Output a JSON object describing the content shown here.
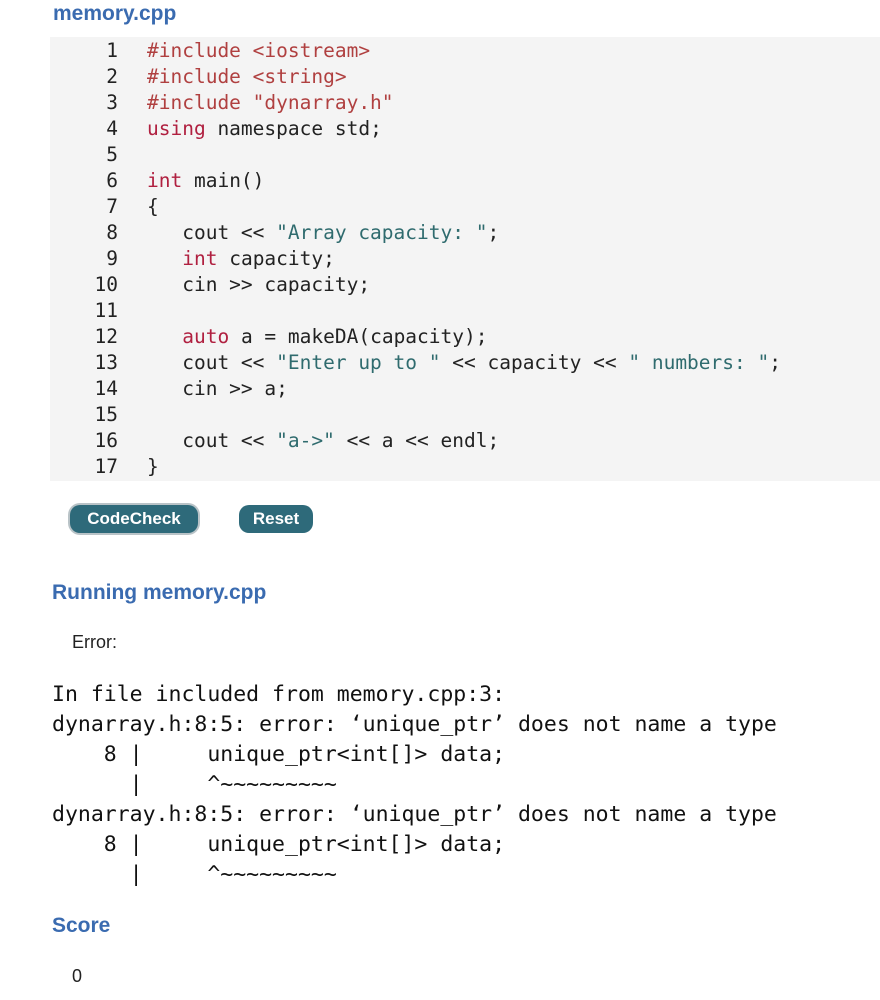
{
  "file_title": "memory.cpp",
  "code_lines": [
    {
      "n": "1",
      "parts": [
        [
          "inc",
          "#include <iostream>"
        ]
      ]
    },
    {
      "n": "2",
      "parts": [
        [
          "inc",
          "#include <string>"
        ]
      ]
    },
    {
      "n": "3",
      "parts": [
        [
          "inc",
          "#include \"dynarray.h\""
        ]
      ]
    },
    {
      "n": "4",
      "parts": [
        [
          "kw",
          "using"
        ],
        [
          "",
          " namespace std;"
        ]
      ]
    },
    {
      "n": "5",
      "parts": []
    },
    {
      "n": "6",
      "parts": [
        [
          "kw",
          "int"
        ],
        [
          "",
          " main()"
        ]
      ]
    },
    {
      "n": "7",
      "parts": [
        [
          "",
          "{"
        ]
      ]
    },
    {
      "n": "8",
      "parts": [
        [
          "",
          "   cout << "
        ],
        [
          "str",
          "\"Array capacity: \""
        ],
        [
          "",
          ";"
        ]
      ]
    },
    {
      "n": "9",
      "parts": [
        [
          "",
          "   "
        ],
        [
          "kw",
          "int"
        ],
        [
          "",
          " capacity;"
        ]
      ]
    },
    {
      "n": "10",
      "parts": [
        [
          "",
          "   cin >> capacity;"
        ]
      ]
    },
    {
      "n": "11",
      "parts": []
    },
    {
      "n": "12",
      "parts": [
        [
          "",
          "   "
        ],
        [
          "kw",
          "auto"
        ],
        [
          "",
          " a = makeDA(capacity);"
        ]
      ]
    },
    {
      "n": "13",
      "parts": [
        [
          "",
          "   cout << "
        ],
        [
          "str",
          "\"Enter up to \""
        ],
        [
          "",
          " << capacity << "
        ],
        [
          "str",
          "\" numbers: \""
        ],
        [
          "",
          ";"
        ]
      ]
    },
    {
      "n": "14",
      "parts": [
        [
          "",
          "   cin >> a;"
        ]
      ]
    },
    {
      "n": "15",
      "parts": []
    },
    {
      "n": "16",
      "parts": [
        [
          "",
          "   cout << "
        ],
        [
          "str",
          "\"a->\""
        ],
        [
          "",
          " << a << endl;"
        ]
      ]
    },
    {
      "n": "17",
      "parts": [
        [
          "",
          "}"
        ]
      ]
    }
  ],
  "buttons": {
    "codecheck": "CodeCheck",
    "reset": "Reset"
  },
  "running_title": "Running memory.cpp",
  "error_label": "Error:",
  "output_text": "In file included from memory.cpp:3:\ndynarray.h:8:5: error: ‘unique_ptr’ does not name a type\n    8 |     unique_ptr<int[]> data;\n      |     ^~~~~~~~~~\ndynarray.h:8:5: error: ‘unique_ptr’ does not name a type\n    8 |     unique_ptr<int[]> data;\n      |     ^~~~~~~~~~",
  "score_title": "Score",
  "score_value": "0"
}
